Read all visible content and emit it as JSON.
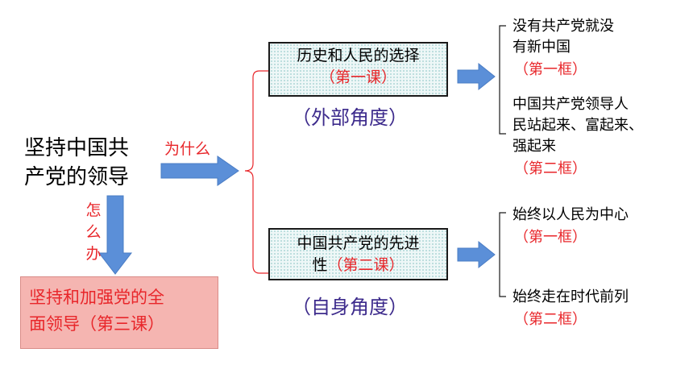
{
  "main_topic": {
    "line1": "坚持中国共",
    "line2": "产党的领导"
  },
  "why_label": "为什么",
  "how_label": [
    "怎",
    "么",
    "办"
  ],
  "box_history": {
    "title": "历史和人民的选择",
    "lesson": "（第一课）"
  },
  "angle_outer": "（外部角度）",
  "box_advanced": {
    "title_line1": "中国共产党的先进",
    "title_line2_prefix": "性",
    "title_line2_lesson": "（第二课）"
  },
  "angle_self": "（自身角度）",
  "result_box": {
    "line1": "坚持和加强党的全",
    "line2": "面领导（第三课）"
  },
  "history_points": [
    {
      "lines": [
        "没有共产党就没",
        "有新中国"
      ],
      "lesson": "（第一框）"
    },
    {
      "lines": [
        "中国共产党领导人",
        "民站起来、富起来、",
        "强起来"
      ],
      "lesson": "（第二框）"
    }
  ],
  "advanced_points": [
    {
      "lines": [
        "始终以人民为中心"
      ],
      "lesson": "（第一框）"
    },
    {
      "lines": [
        "始终走在时代前列"
      ],
      "lesson": "（第二框）"
    }
  ],
  "colors": {
    "arrow": "#5b8fd8",
    "accent_red": "#e8262a",
    "angle_text": "#3d2b8c",
    "result_bg": "#f5b5b1"
  }
}
